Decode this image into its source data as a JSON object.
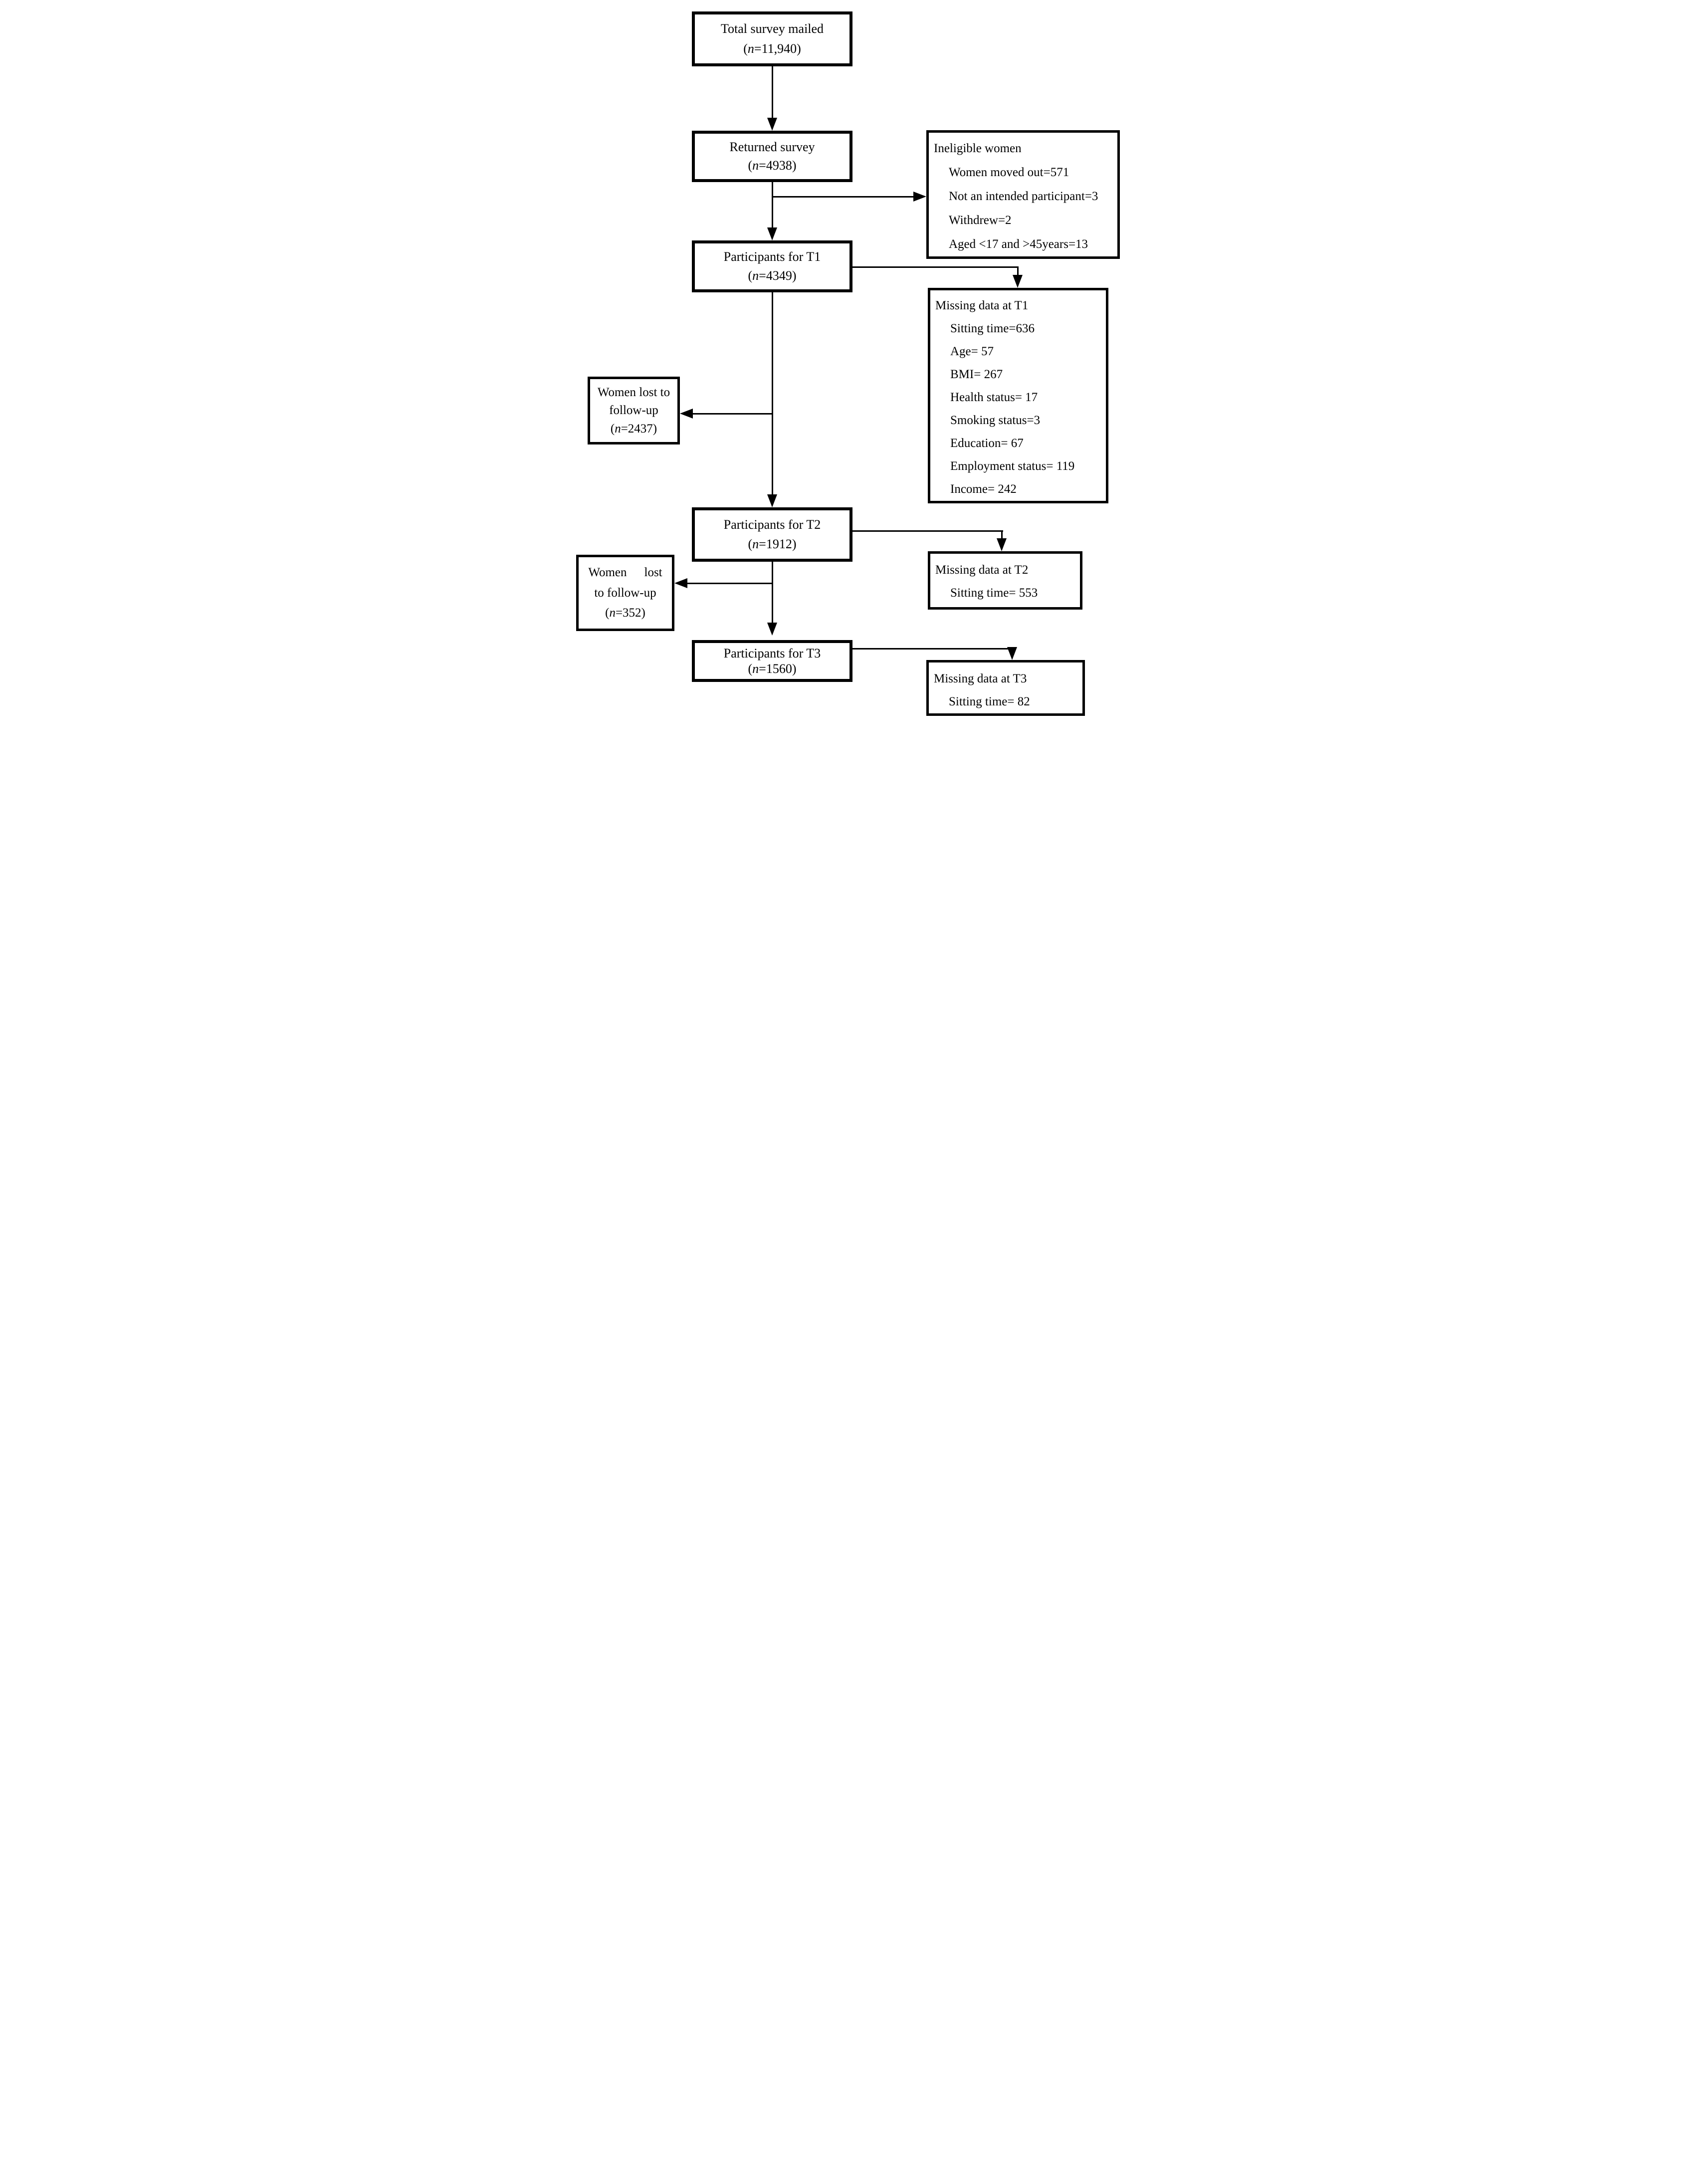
{
  "diagram": {
    "title": "Participant flow diagram",
    "colors": {
      "line": "#000000",
      "box_border": "#000000",
      "background": "#ffffff",
      "text": "#000000"
    },
    "boxes": {
      "total_mailed": {
        "line1": "Total survey mailed",
        "line2": "(n=11,940)"
      },
      "returned": {
        "line1": "Returned survey",
        "line2": "(n=4938)"
      },
      "ineligible": {
        "title": "Ineligible women",
        "items": [
          "Women moved out=571",
          "Not an intended participant=3",
          "Withdrew=2",
          "Aged <17 and >45years=13"
        ]
      },
      "t1": {
        "line1": "Participants for T1",
        "line2": "(n=4349)"
      },
      "missing_t1": {
        "title": "Missing data at T1",
        "items": [
          "Sitting time=636",
          "Age= 57",
          "BMI= 267",
          "Health status= 17",
          "Smoking status=3",
          "Education= 67",
          "Employment status= 119",
          "Income= 242"
        ]
      },
      "lost_t2": {
        "line1": "Women lost to",
        "line2": "follow-up",
        "line3": "(n=2437)"
      },
      "t2": {
        "line1": "Participants for T2",
        "line2": "(n=1912)"
      },
      "missing_t2": {
        "title": "Missing data at T2",
        "items": [
          "Sitting time= 553"
        ]
      },
      "lost_t3": {
        "line1": "Women lost",
        "line2": "to follow-up",
        "line3": "(n=352)"
      },
      "t3": {
        "line1": "Participants for T3",
        "line2": "(n=1560)"
      },
      "missing_t3": {
        "title": "Missing data at T3",
        "items": [
          "Sitting time= 82"
        ]
      }
    }
  }
}
